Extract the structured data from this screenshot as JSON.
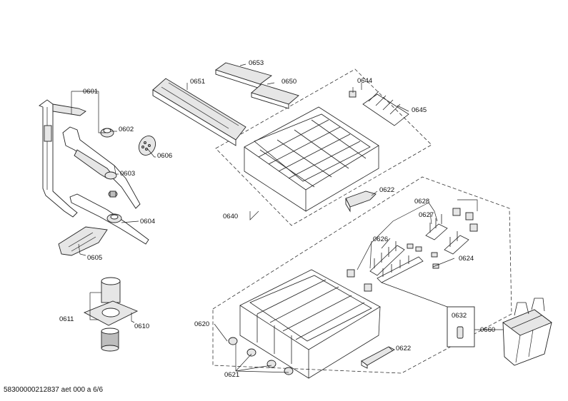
{
  "labels": {
    "l0601": "0601",
    "l0602": "0602",
    "l0603": "0603",
    "l0604": "0604",
    "l0605": "0605",
    "l0606": "0606",
    "l0610": "0610",
    "l0611": "0611",
    "l0620": "0620",
    "l0621": "0621",
    "l0622a": "0622",
    "l0622b": "0622",
    "l0624": "0624",
    "l0626": "0626",
    "l0627": "0627",
    "l0628": "0628",
    "l0632": "0632",
    "l0640": "0640",
    "l0644": "0644",
    "l0645": "0645",
    "l0650": "0650",
    "l0651": "0651",
    "l0653": "0653",
    "l0660": "0660"
  },
  "footer": {
    "doc_id": "58300000212837 aet 000 a 6/6"
  }
}
